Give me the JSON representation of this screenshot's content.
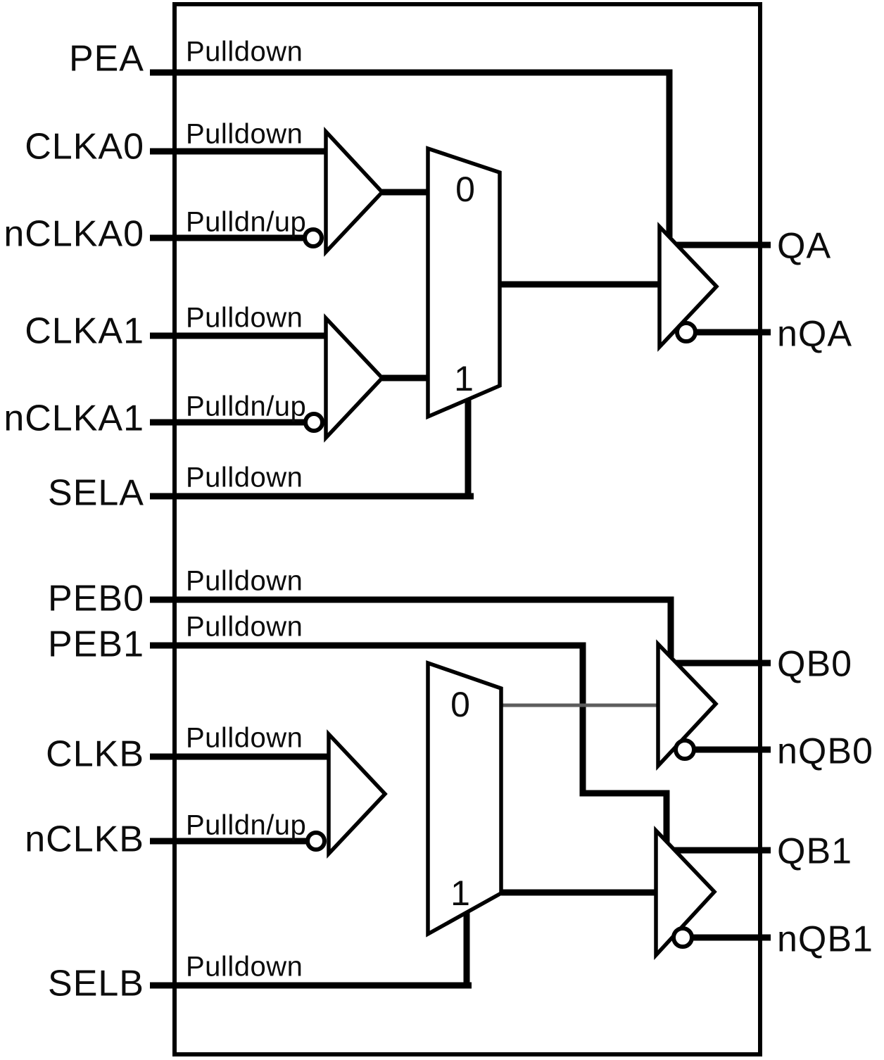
{
  "diagram_title": "clock-mux-driver-block-diagram",
  "colors": {
    "background": "#ffffff",
    "line": "#000000",
    "thin_line": "#5d5d5d",
    "text": "#0c0c0c"
  },
  "ports": {
    "left": [
      {
        "name": "PEA",
        "annotation": "Pulldown"
      },
      {
        "name": "CLKA0",
        "annotation": "Pulldown"
      },
      {
        "name": "nCLKA0",
        "annotation": "Pulldn/up"
      },
      {
        "name": "CLKA1",
        "annotation": "Pulldown"
      },
      {
        "name": "nCLKA1",
        "annotation": "Pulldn/up"
      },
      {
        "name": "SELA",
        "annotation": "Pulldown"
      },
      {
        "name": "PEB0",
        "annotation": "Pulldown"
      },
      {
        "name": "PEB1",
        "annotation": "Pulldown"
      },
      {
        "name": "CLKB",
        "annotation": "Pulldown"
      },
      {
        "name": "nCLKB",
        "annotation": "Pulldn/up"
      },
      {
        "name": "SELB",
        "annotation": "Pulldown"
      }
    ],
    "right": [
      {
        "name": "QA"
      },
      {
        "name": "nQA"
      },
      {
        "name": "QB0"
      },
      {
        "name": "nQB0"
      },
      {
        "name": "QB1"
      },
      {
        "name": "nQB1"
      }
    ]
  },
  "mux_labels": {
    "a0": "0",
    "a1": "1",
    "b0": "0",
    "b1": "1"
  }
}
